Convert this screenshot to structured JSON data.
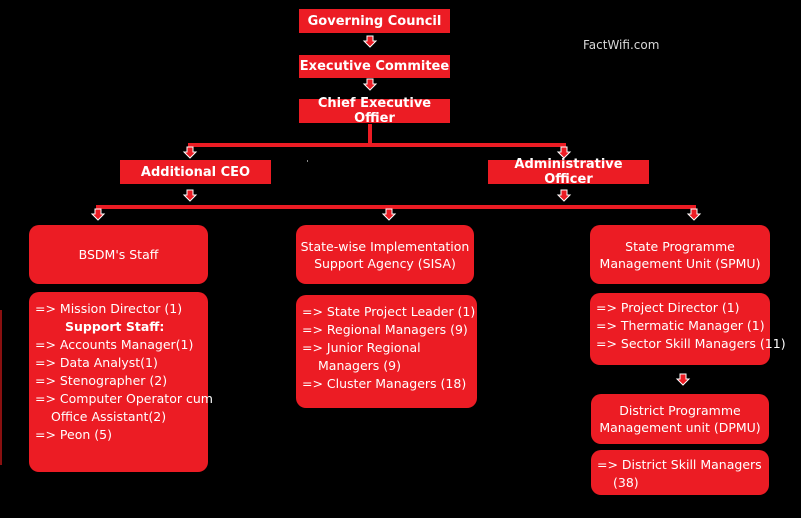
{
  "watermark": "FactWifi.com",
  "top": {
    "governing_council": "Governing Council",
    "executive_committee": "Executive Commitee",
    "ceo": "Chief Executive Offier",
    "additional_ceo": "Additional CEO",
    "admin_officer": "Administrative Officer"
  },
  "units": {
    "bsdm": "BSDM's Staff",
    "sisa": "State-wise Implementation Support Agency (SISA)",
    "spmu": "State Programme Management Unit (SPMU)",
    "dpmu": "District Programme Management unit (DPMU)"
  },
  "bsdm_staff": [
    "=> Mission Director (1)",
    "Support Staff:",
    "=> Accounts Manager(1)",
    "=> Data Analyst(1)",
    "=> Stenographer (2)",
    "=> Computer Operator cum",
    "Office Assistant(2)",
    "=> Peon (5)"
  ],
  "sisa_staff": [
    "=> State Project Leader (1)",
    "=> Regional Managers (9)",
    "=> Junior Regional",
    "Managers (9)",
    "=> Cluster Managers (18)"
  ],
  "spmu_staff": [
    "=> Project Director (1)",
    "=> Thermatic Manager (1)",
    "=> Sector Skill Managers (11)"
  ],
  "dpmu_staff": [
    "=> District Skill Managers",
    "(38)"
  ],
  "colors": {
    "box": "#ec1c24",
    "background": "#000000",
    "text": "#ffffff"
  }
}
